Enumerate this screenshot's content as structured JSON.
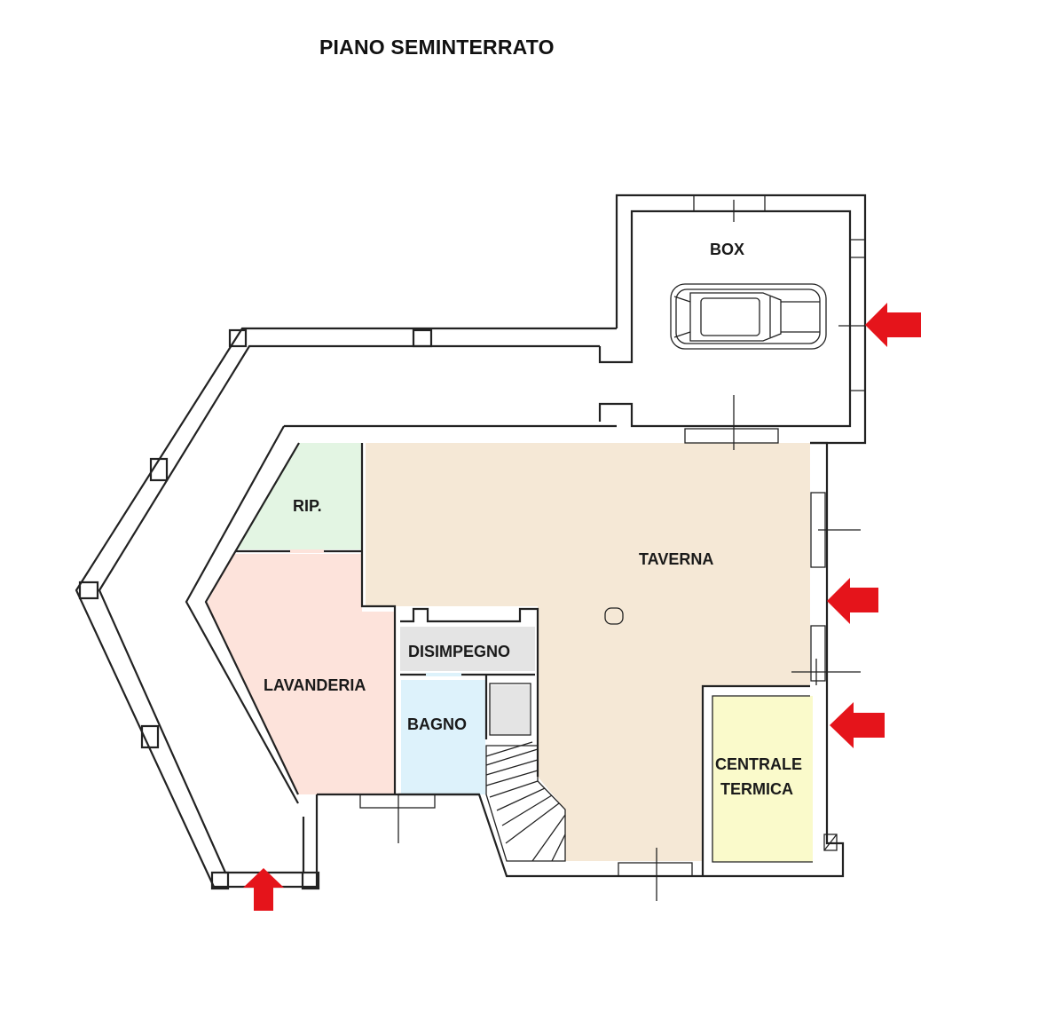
{
  "title": "PIANO SEMINTERRATO",
  "rooms": {
    "box": "BOX",
    "rip": "RIP.",
    "taverna": "TAVERNA",
    "disimpegno": "DISIMPEGNO",
    "lavanderia": "LAVANDERIA",
    "bagno": "BAGNO",
    "centrale_line1": "CENTRALE",
    "centrale_line2": "TERMICA"
  },
  "colors": {
    "taverna": "#f5e8d6",
    "rip": "#e3f5e3",
    "lavanderia": "#fde3db",
    "disimpegno": "#e4e4e4",
    "bagno": "#ddf2fb",
    "centrale_termica": "#fafacb",
    "arrows": "#e5141b"
  },
  "icons": [
    "car-icon",
    "entrance-arrow-icon",
    "staircase-icon"
  ]
}
